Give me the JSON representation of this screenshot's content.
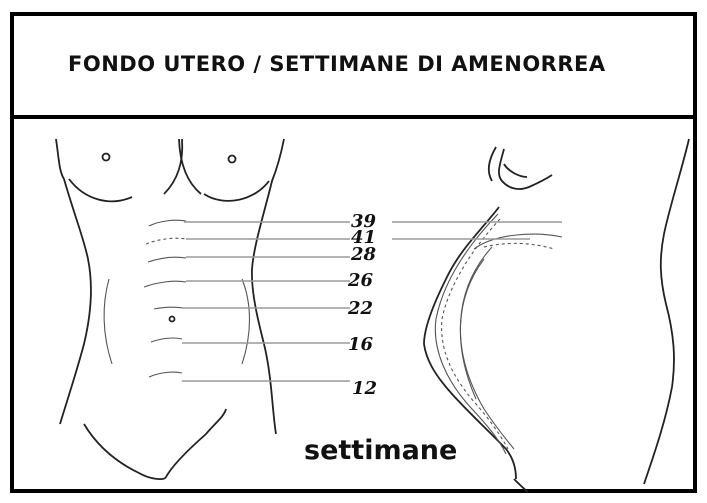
{
  "title": "FONDO UTERO / SETTIMANE DI AMENORREA",
  "weeks": [
    "39",
    "41",
    "28",
    "26",
    "22",
    "16",
    "12"
  ],
  "caption": "settimane"
}
